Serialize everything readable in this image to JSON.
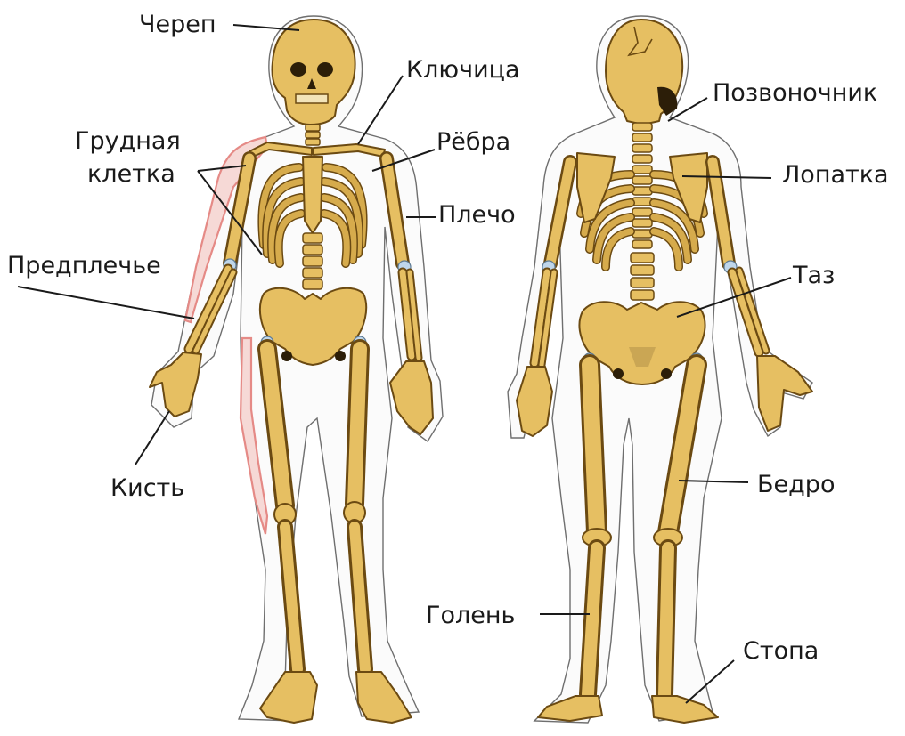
{
  "labels": {
    "skull": "Череп",
    "clavicle": "Ключица",
    "ribcage_line1": "Грудная",
    "ribcage_line2": "клетка",
    "ribs": "Рёбра",
    "upper_arm": "Плечо",
    "forearm": "Предплечье",
    "hand": "Кисть",
    "spine": "Позвоночник",
    "scapula": "Лопатка",
    "pelvis": "Таз",
    "thigh": "Бедро",
    "shin": "Голень",
    "foot": "Стопа"
  },
  "colors": {
    "bone": "#e6bf62",
    "bone_outline": "#6b4a12",
    "joint": "#bfd6ea",
    "flesh": "#f6d9d6",
    "body_outline": "#6f6f6f",
    "text": "#1a1a1a"
  }
}
